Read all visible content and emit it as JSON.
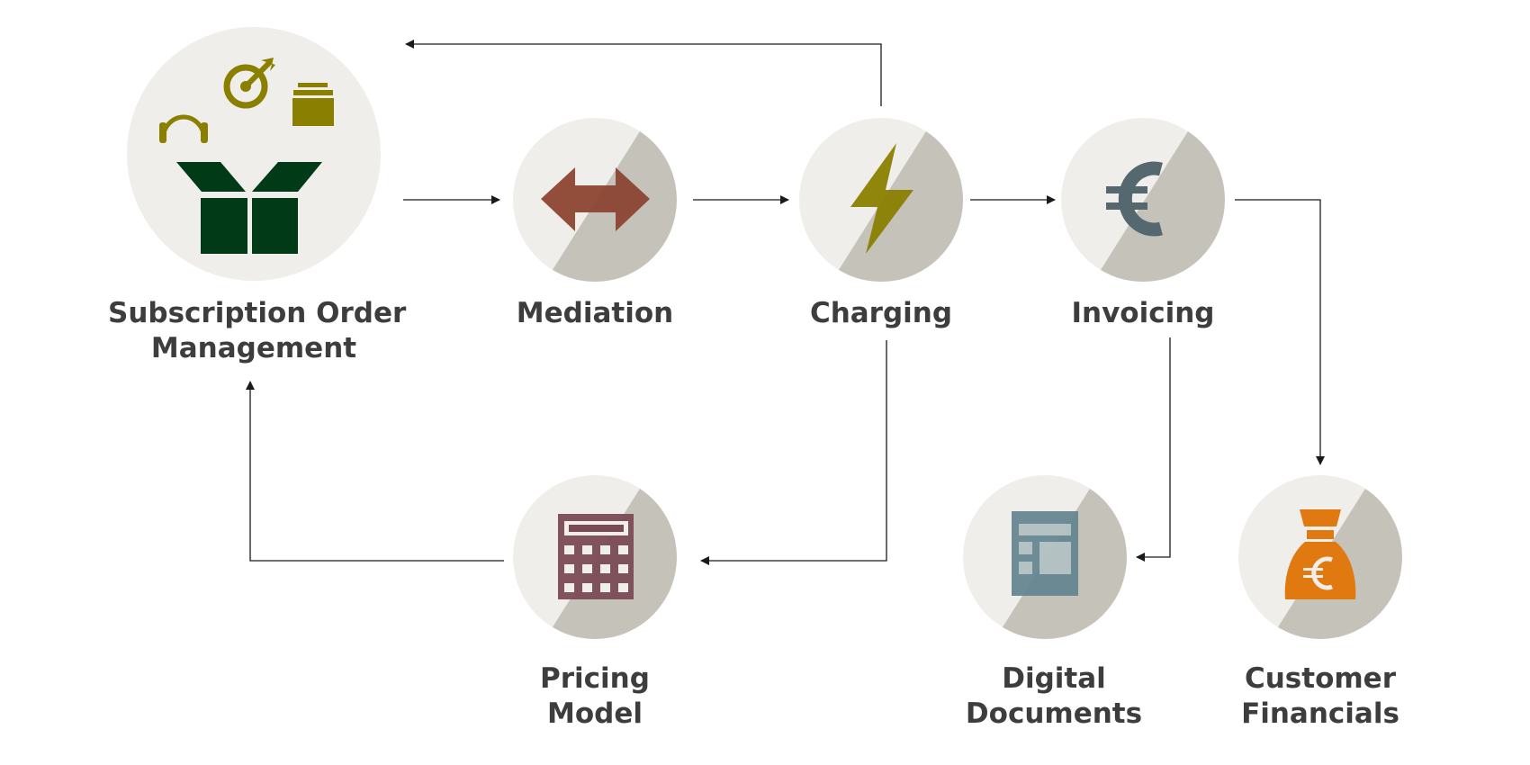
{
  "colors": {
    "circle_light": "#efeeea",
    "circle_shade": "#c5c2b9",
    "connector": "#1a1a1a",
    "label_text": "#3d3d3d",
    "box_green": "#003a17",
    "olive": "#8b7f00",
    "mediation_red": "#8c4431",
    "euro_slate": "#56686f",
    "calculator_maroon": "#7a4b55",
    "documents_slate": "#668690",
    "money_orange": "#e07a10"
  },
  "nodes": [
    {
      "id": "subscription",
      "label_lines": [
        "Subscription Order",
        "Management"
      ],
      "icons": [
        "headset-icon",
        "target-icon",
        "archive-box-icon",
        "open-box-icon"
      ]
    },
    {
      "id": "mediation",
      "label_lines": [
        "Mediation"
      ],
      "icons": [
        "double-arrow-icon"
      ]
    },
    {
      "id": "charging",
      "label_lines": [
        "Charging"
      ],
      "icons": [
        "lightning-icon"
      ]
    },
    {
      "id": "invoicing",
      "label_lines": [
        "Invoicing"
      ],
      "icons": [
        "euro-icon"
      ]
    },
    {
      "id": "pricing",
      "label_lines": [
        "Pricing",
        "Model"
      ],
      "icons": [
        "calculator-icon"
      ]
    },
    {
      "id": "documents",
      "label_lines": [
        "Digital",
        "Documents"
      ],
      "icons": [
        "document-layout-icon"
      ]
    },
    {
      "id": "financials",
      "label_lines": [
        "Customer",
        "Financials"
      ],
      "icons": [
        "money-bag-icon"
      ]
    }
  ],
  "edges": [
    {
      "from": "subscription",
      "to": "mediation"
    },
    {
      "from": "mediation",
      "to": "charging"
    },
    {
      "from": "charging",
      "to": "invoicing"
    },
    {
      "from": "charging",
      "to": "subscription"
    },
    {
      "from": "invoicing",
      "to": "financials"
    },
    {
      "from": "invoicing",
      "to": "documents"
    },
    {
      "from": "charging",
      "to": "pricing"
    },
    {
      "from": "pricing",
      "to": "subscription"
    }
  ]
}
